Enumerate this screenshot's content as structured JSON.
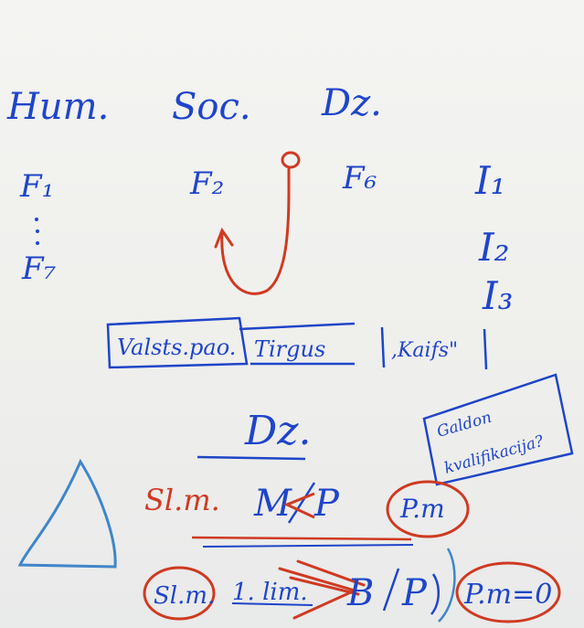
{
  "colors": {
    "blue_ink": "#1f45c8",
    "red_ink": "#cf3a22",
    "light_blue_ink": "#3f86c9",
    "board": "#f3f3f1"
  },
  "header": {
    "hum": "Hum.",
    "soc": "Soc.",
    "dz": "Dz."
  },
  "left_column": {
    "top": "F₁",
    "bottom": "F₇"
  },
  "middle": {
    "f2": "F₂",
    "f6": "F₆"
  },
  "right_column": [
    "I₁",
    "I₂",
    "I₃"
  ],
  "boxes": {
    "valsts": "Valsts.pao.",
    "tirgus": "Tirgus",
    "kaifs": ",Kaifs\""
  },
  "center": {
    "dz": "Dz.",
    "slm": "Sl.m.",
    "ratio_top_m": "M",
    "ratio_top_p": "P",
    "pm": "P.m",
    "bottom_slm": "Sl.m.",
    "bottom_lim": "1. lim.",
    "ratio_bottom_b": "B",
    "ratio_bottom_p": "P",
    "pm_zero": "P.m=0"
  },
  "note": {
    "line1": "Galdon",
    "line2": "kvalifikacija?"
  }
}
